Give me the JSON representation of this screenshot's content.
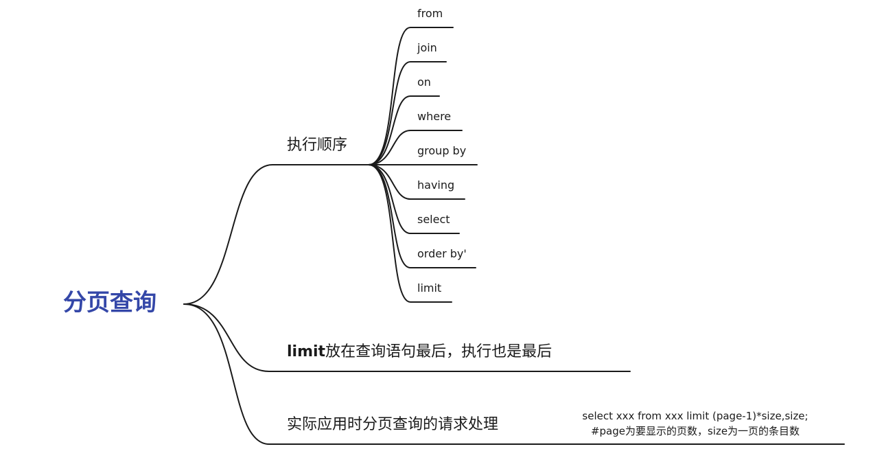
{
  "mindmap": {
    "root": {
      "label": "分页查询"
    },
    "branches": [
      {
        "label": "执行顺序",
        "children": [
          {
            "label": "from"
          },
          {
            "label": "join"
          },
          {
            "label": "on"
          },
          {
            "label": "where"
          },
          {
            "label": "group by"
          },
          {
            "label": "having"
          },
          {
            "label": "select"
          },
          {
            "label": "order by'"
          },
          {
            "label": "limit"
          }
        ]
      },
      {
        "label_bold": "limit",
        "label_rest": "放在查询语句最后，执行也是最后"
      },
      {
        "label": "实际应用时分页查询的请求处理",
        "children": [
          {
            "line1": "select xxx from xxx limit (page-1)*size,size;",
            "line2": "#page为要显示的页数，size为一页的条目数"
          }
        ]
      }
    ],
    "colors": {
      "root_text": "#3447a8",
      "line": "#1a1a1a"
    }
  }
}
